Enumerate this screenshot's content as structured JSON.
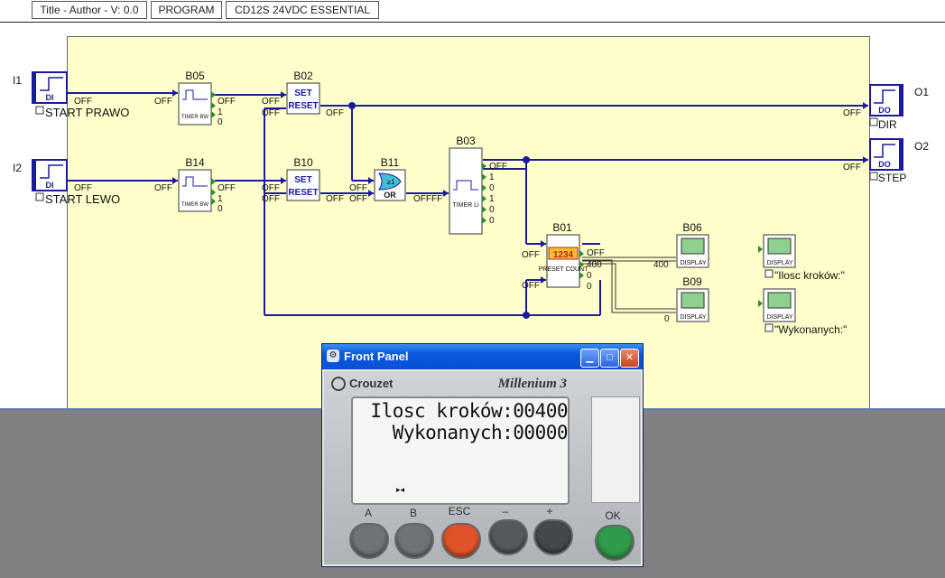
{
  "toolbar": {
    "tabs": [
      {
        "label": "Title - Author - V: 0.0"
      },
      {
        "label": "PROGRAM"
      },
      {
        "label": "CD12S 24VDC ESSENTIAL"
      }
    ]
  },
  "io": {
    "inputs": [
      {
        "id": "I1",
        "type": "DI",
        "comment": "START PRAWO",
        "state": "OFF"
      },
      {
        "id": "I2",
        "type": "DI",
        "comment": "START LEWO",
        "state": "OFF"
      }
    ],
    "outputs": [
      {
        "id": "O1",
        "type": "DO",
        "comment": "DIR",
        "state": "OFF"
      },
      {
        "id": "O2",
        "type": "DO",
        "comment": "STEP",
        "state": "OFF"
      }
    ]
  },
  "blocks": {
    "b05": {
      "label": "B05",
      "kind": "TIMER BW",
      "in_states": [
        "OFF",
        "OFF"
      ],
      "out_states": [
        "OFF",
        "1",
        "0"
      ]
    },
    "b14": {
      "label": "B14",
      "kind": "TIMER BW",
      "in_states": [
        "OFF",
        "OFF"
      ],
      "out_states": [
        "OFF",
        "1",
        "0"
      ]
    },
    "b02": {
      "label": "B02",
      "set": "SET",
      "reset": "RESET",
      "in_states": [
        "OFF",
        "OFF",
        "OFF"
      ],
      "out_state": "OFF"
    },
    "b10": {
      "label": "B10",
      "set": "SET",
      "reset": "RESET",
      "in_states": [
        "OFF",
        "OFF",
        "OFF"
      ],
      "out_state": "OFF"
    },
    "b11": {
      "label": "B11",
      "kind": "OR",
      "symbol": "≥1",
      "in_states": [
        "OFF",
        "OFF"
      ],
      "out_state": "OFFFF"
    },
    "b03": {
      "label": "B03",
      "kind": "TIMER Li",
      "out_states": [
        "OFF",
        "1",
        "0",
        "1",
        "0",
        "0"
      ]
    },
    "b01": {
      "label": "B01",
      "display": "1234",
      "kind": "PRESET COUNT",
      "in_states": [
        "OFF",
        "OFF",
        "OFF"
      ],
      "out_states": [
        "OFF",
        "400",
        "0",
        "0"
      ]
    },
    "b06": {
      "label": "B06",
      "kind": "DISPLAY",
      "value": "400"
    },
    "b09": {
      "label": "B09",
      "kind": "DISPLAY",
      "value": "0"
    },
    "d1": {
      "kind": "DISPLAY",
      "comment": "\"Ilosc kroków:\""
    },
    "d2": {
      "kind": "DISPLAY",
      "comment": "\"Wykonanych:\""
    }
  },
  "front_panel": {
    "title": "Front Panel",
    "brand": "Crouzet",
    "model": "Millenium 3",
    "lcd_line1": "Ilosc kroków:00400",
    "lcd_line2": "Wykonanych:00000",
    "cursor": "▸◂",
    "keys": [
      {
        "label": "A",
        "color": "#6e7377"
      },
      {
        "label": "B",
        "color": "#6e7377"
      },
      {
        "label": "ESC",
        "color": "#e0522a"
      },
      {
        "label": "–",
        "color": "#55595c"
      },
      {
        "label": "+",
        "color": "#44484b"
      },
      {
        "label": "OK",
        "color": "#2f9a4a"
      }
    ]
  }
}
